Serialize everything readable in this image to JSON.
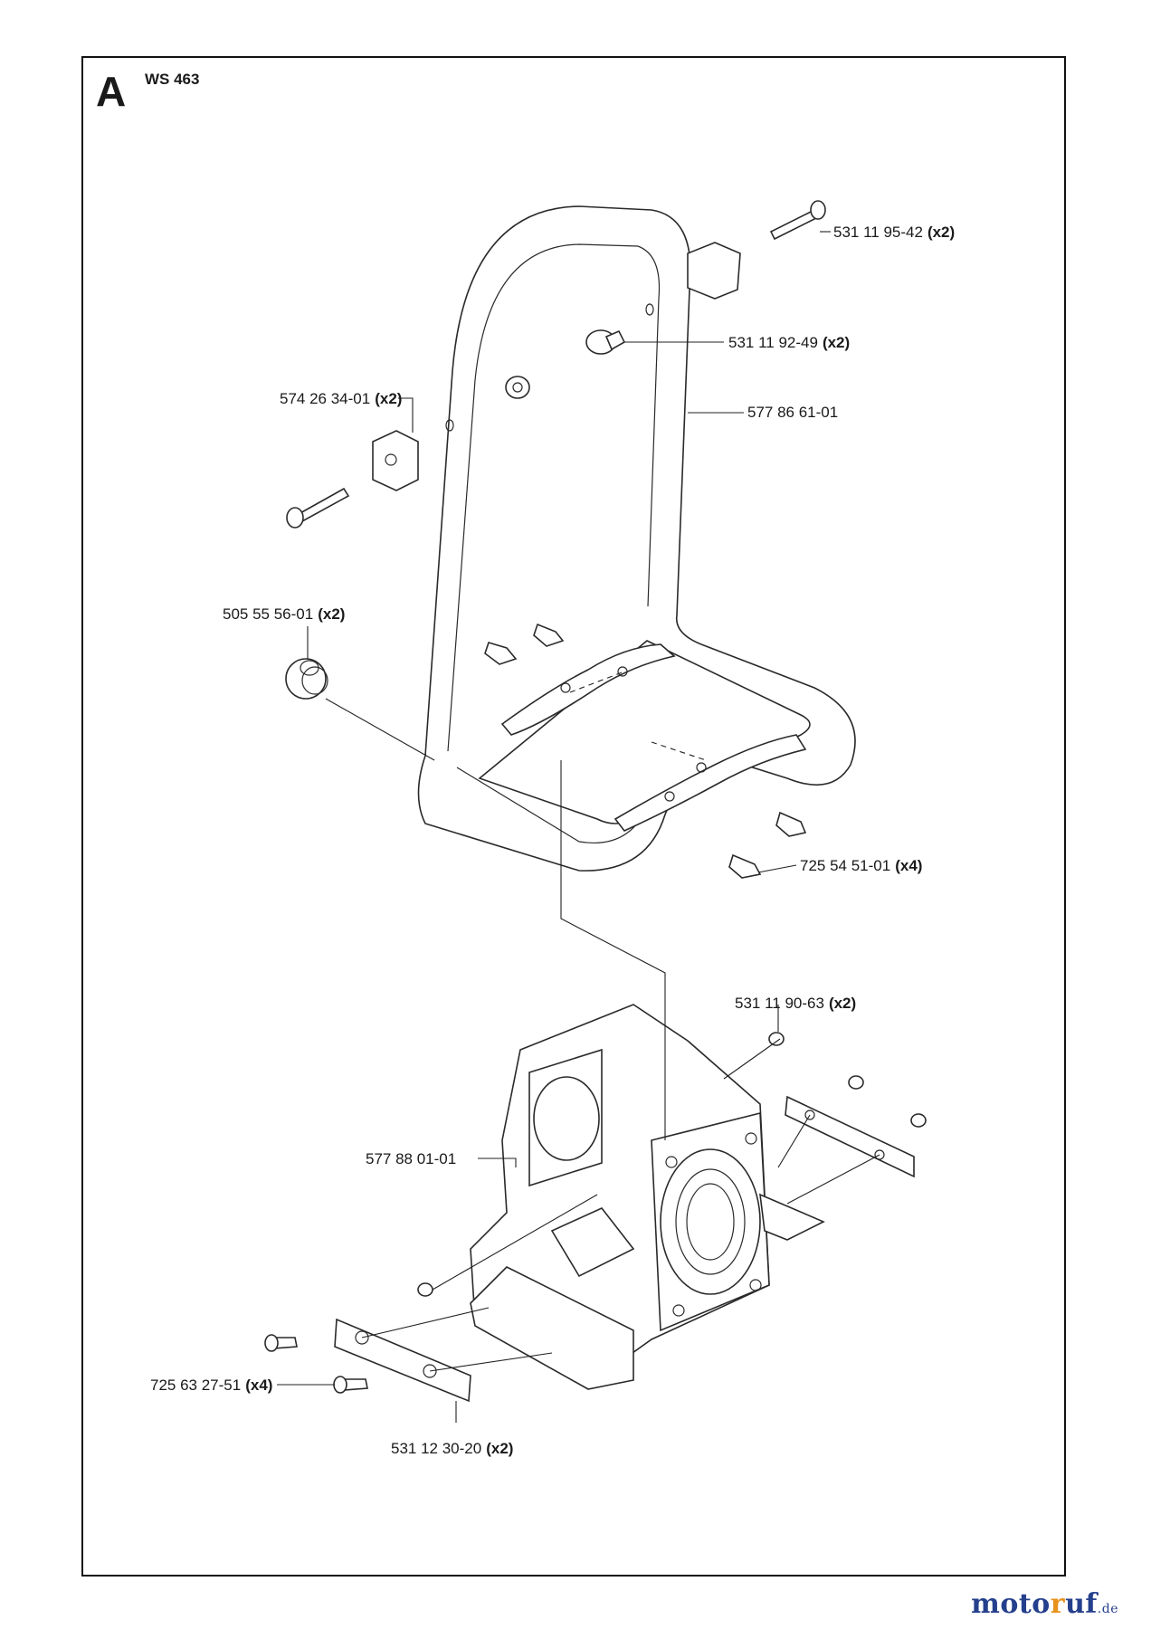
{
  "diagram": {
    "section_letter": "A",
    "model": "WS 463",
    "callouts": [
      {
        "id": "bolt-upper-right",
        "part": "531 11 95-42",
        "qty": "(x2)"
      },
      {
        "id": "cap-nut",
        "part": "531 11 92-49",
        "qty": "(x2)"
      },
      {
        "id": "frame",
        "part": "577 86 61-01",
        "qty": ""
      },
      {
        "id": "clamp-left",
        "part": "574 26 34-01",
        "qty": "(x2)"
      },
      {
        "id": "rubber-plug",
        "part": "505 55 56-01",
        "qty": "(x2)"
      },
      {
        "id": "screw-frame",
        "part": "725 54 51-01",
        "qty": "(x4)"
      },
      {
        "id": "screw-housing",
        "part": "531 11 90-63",
        "qty": "(x2)"
      },
      {
        "id": "housing",
        "part": "577 88 01-01",
        "qty": ""
      },
      {
        "id": "screw-plate",
        "part": "725 63 27-51",
        "qty": "(x4)"
      },
      {
        "id": "plate",
        "part": "531 12 30-20",
        "qty": "(x2)"
      }
    ]
  },
  "watermark": {
    "brand": "moto",
    "dot": "r",
    "rest": "uf",
    "tld": ".de"
  }
}
